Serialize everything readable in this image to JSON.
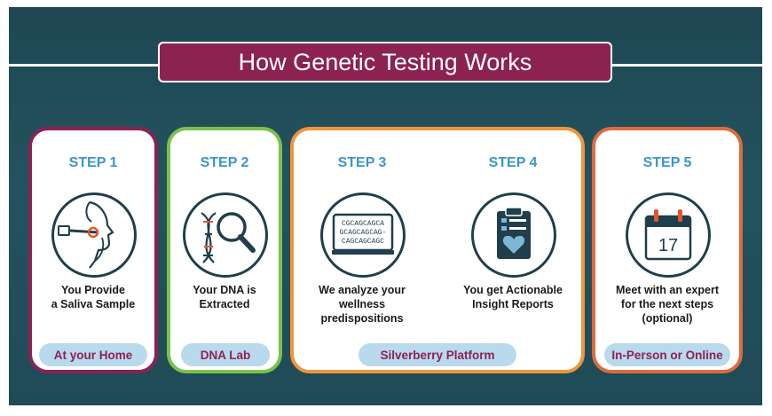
{
  "title": "How Genetic Testing Works",
  "colors": {
    "background": "#22535e",
    "banner": "#8c2252",
    "step_text": "#3b96cc",
    "pill": "#b9d9ec",
    "pill_text": "#8c2252",
    "border_step1": "#8c2252",
    "border_step2": "#7cc14c",
    "border_steps34": "#f0953a",
    "border_step5": "#e06a3c"
  },
  "steps": [
    {
      "label": "STEP 1",
      "icon": "saliva-sample-icon",
      "description": "You Provide\na Saliva Sample"
    },
    {
      "label": "STEP 2",
      "icon": "dna-magnifier-icon",
      "description": "Your DNA is\nExtracted"
    },
    {
      "label": "STEP 3",
      "icon": "computer-sequence-icon",
      "screen_text": [
        "CGCAGCAGCA",
        "GCAGCAGCAG-",
        "CAGCAGCAGC"
      ],
      "description": "We analyze your\nwellness\npredispositions"
    },
    {
      "label": "STEP 4",
      "icon": "clipboard-heart-icon",
      "description": "You get Actionable\nInsight Reports"
    },
    {
      "label": "STEP 5",
      "icon": "calendar-icon",
      "calendar_day": "17",
      "description": "Meet with an expert\nfor the next steps\n(optional)"
    }
  ],
  "locations": [
    "At your Home",
    "DNA Lab",
    "Silverberry Platform",
    "In-Person or Online"
  ]
}
